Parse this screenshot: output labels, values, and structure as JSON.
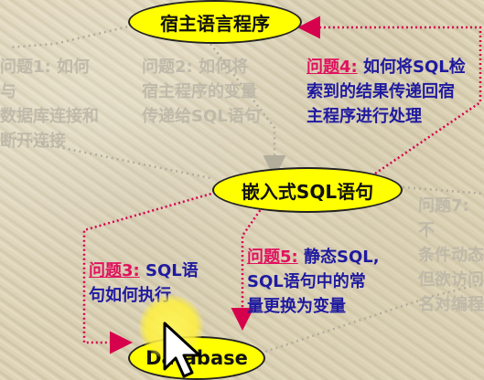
{
  "nodes": {
    "host": "宿主语言程序",
    "embedded": "嵌入式SQL语句",
    "database": "Database"
  },
  "questions": {
    "q1": {
      "label": "问题1:",
      "text": " 如何与\n数据库连接和\n断开连接"
    },
    "q2": {
      "label": "问题2:",
      "text": " 如何将\n宿主程序的变量\n传递给SQL语句"
    },
    "q3": {
      "label": "问题3:",
      "text": " SQL语\n句如何执行"
    },
    "q4": {
      "label": "问题4:",
      "text": " 如何将SQL检\n索到的结果传递回宿\n主程序进行处理"
    },
    "q5": {
      "label": "问题5:",
      "text": " 静态SQL,\nSQL语句中的常\n量更换为变量"
    },
    "q7": {
      "label": "问题7:",
      "text": " 不\n条件动态\n但欲访问\n名对编程"
    }
  },
  "colors": {
    "ellipse_fill": "#ffff00",
    "question_label": "#e0115f",
    "active_text": "#1f1aa0",
    "faded_text": "#bdb7a8",
    "active_arrow": "#d6004c",
    "faded_arrow": "#b3ad9c"
  }
}
